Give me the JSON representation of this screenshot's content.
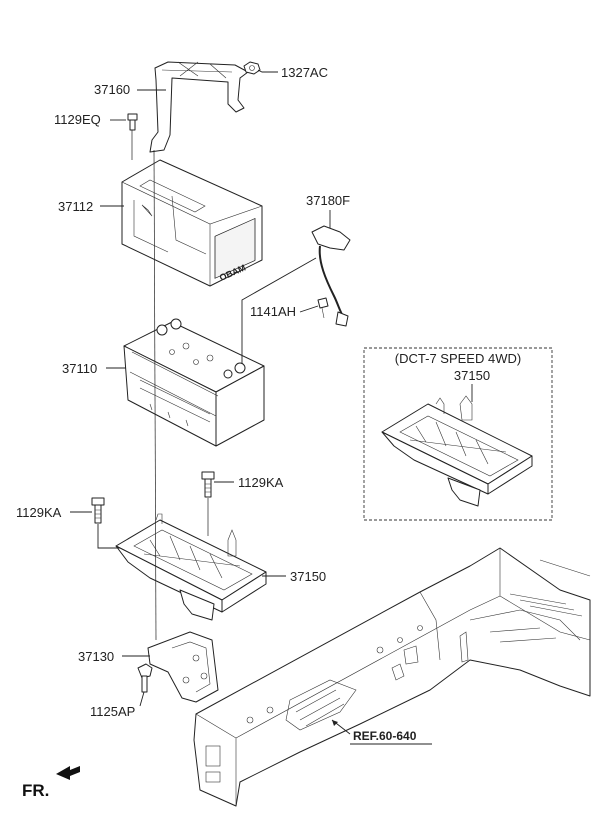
{
  "labels": {
    "p37160": "37160",
    "p1327AC": "1327AC",
    "p1129EQ": "1129EQ",
    "p37112": "37112",
    "p37180F": "37180F",
    "p1141AH": "1141AH",
    "p37110": "37110",
    "p1129KA_right": "1129KA",
    "p1129KA_left": "1129KA",
    "p37150": "37150",
    "p37130": "37130",
    "p1125AP": "1125AP",
    "ref": "REF.60-640",
    "fr": "FR."
  },
  "inset": {
    "title": "(DCT-7 SPEED 4WD)",
    "part": "37150"
  },
  "battery_cover_text": "OBAM"
}
